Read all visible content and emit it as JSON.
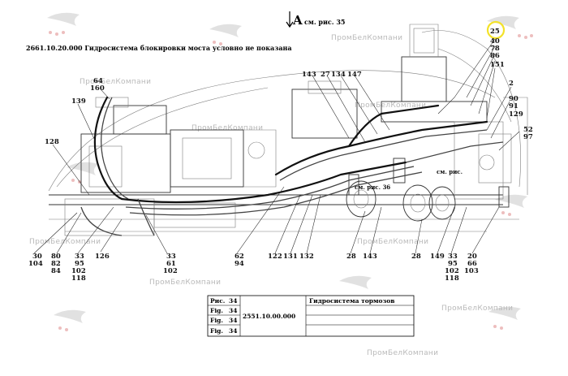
{
  "header": {
    "title": "2661.10.20.000 Гидросистема блокировки моста условно не показана",
    "view_letter": "A",
    "view_ref": "см. рис. 35"
  },
  "watermark": "ПромБелКомпани",
  "callouts": {
    "top_right_stack": [
      "25",
      "40",
      "78",
      "86",
      "151"
    ],
    "c64_160": [
      "64",
      "160"
    ],
    "c139": "139",
    "c143_top": "143",
    "c27": "27",
    "c134": "134",
    "c147": "147",
    "c2": "2",
    "c90_stack": [
      "90",
      "91",
      "129"
    ],
    "c52_stack": [
      "52",
      "97"
    ],
    "c128": "128",
    "c30_stack": [
      "30",
      "104"
    ],
    "c80_stack": [
      "80",
      "82",
      "84"
    ],
    "c33_stack_left": [
      "33",
      "95",
      "102",
      "118"
    ],
    "c126": "126",
    "c33_stack_mid": [
      "33",
      "61",
      "102"
    ],
    "c62_stack": [
      "62",
      "94"
    ],
    "c122": "122",
    "c131": "131",
    "c132": "132",
    "c28_left": "28",
    "c143_bottom": "143",
    "c28_right": "28",
    "c149": "149",
    "c33_stack_right": [
      "33",
      "95",
      "102",
      "118"
    ],
    "c20_stack": [
      "20",
      "66",
      "103"
    ]
  },
  "inline_refs": {
    "fig36": "см. рис. 36",
    "fig37": "см. рис."
  },
  "title_block": {
    "rows": [
      {
        "label": "Рис.",
        "num": "34"
      },
      {
        "label": "Fig.",
        "num": "34"
      },
      {
        "label": "Fig.",
        "num": "34"
      },
      {
        "label": "Fig.",
        "num": "34"
      }
    ],
    "drawing_number": "2551.10.00.000",
    "description": "Гидросистема тормозов"
  },
  "highlight_color": "#f3e22a"
}
